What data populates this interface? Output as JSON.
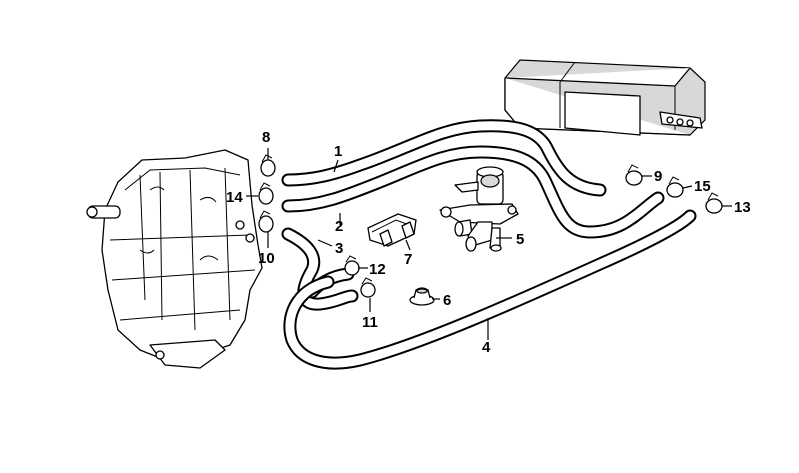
{
  "diagram": {
    "title": "Heater valve hoses",
    "callouts": [
      {
        "id": "1",
        "label": "1"
      },
      {
        "id": "2",
        "label": "2"
      },
      {
        "id": "3",
        "label": "3"
      },
      {
        "id": "4",
        "label": "4"
      },
      {
        "id": "5",
        "label": "5"
      },
      {
        "id": "6",
        "label": "6"
      },
      {
        "id": "7",
        "label": "7"
      },
      {
        "id": "8",
        "label": "8"
      },
      {
        "id": "9",
        "label": "9"
      },
      {
        "id": "10",
        "label": "10"
      },
      {
        "id": "11",
        "label": "11"
      },
      {
        "id": "12",
        "label": "12"
      },
      {
        "id": "13",
        "label": "13"
      },
      {
        "id": "14",
        "label": "14"
      },
      {
        "id": "15",
        "label": "15"
      }
    ],
    "components": [
      "engine-block",
      "heater-core",
      "hose",
      "water-valve",
      "hose-clamp",
      "bracket",
      "grommet"
    ]
  }
}
